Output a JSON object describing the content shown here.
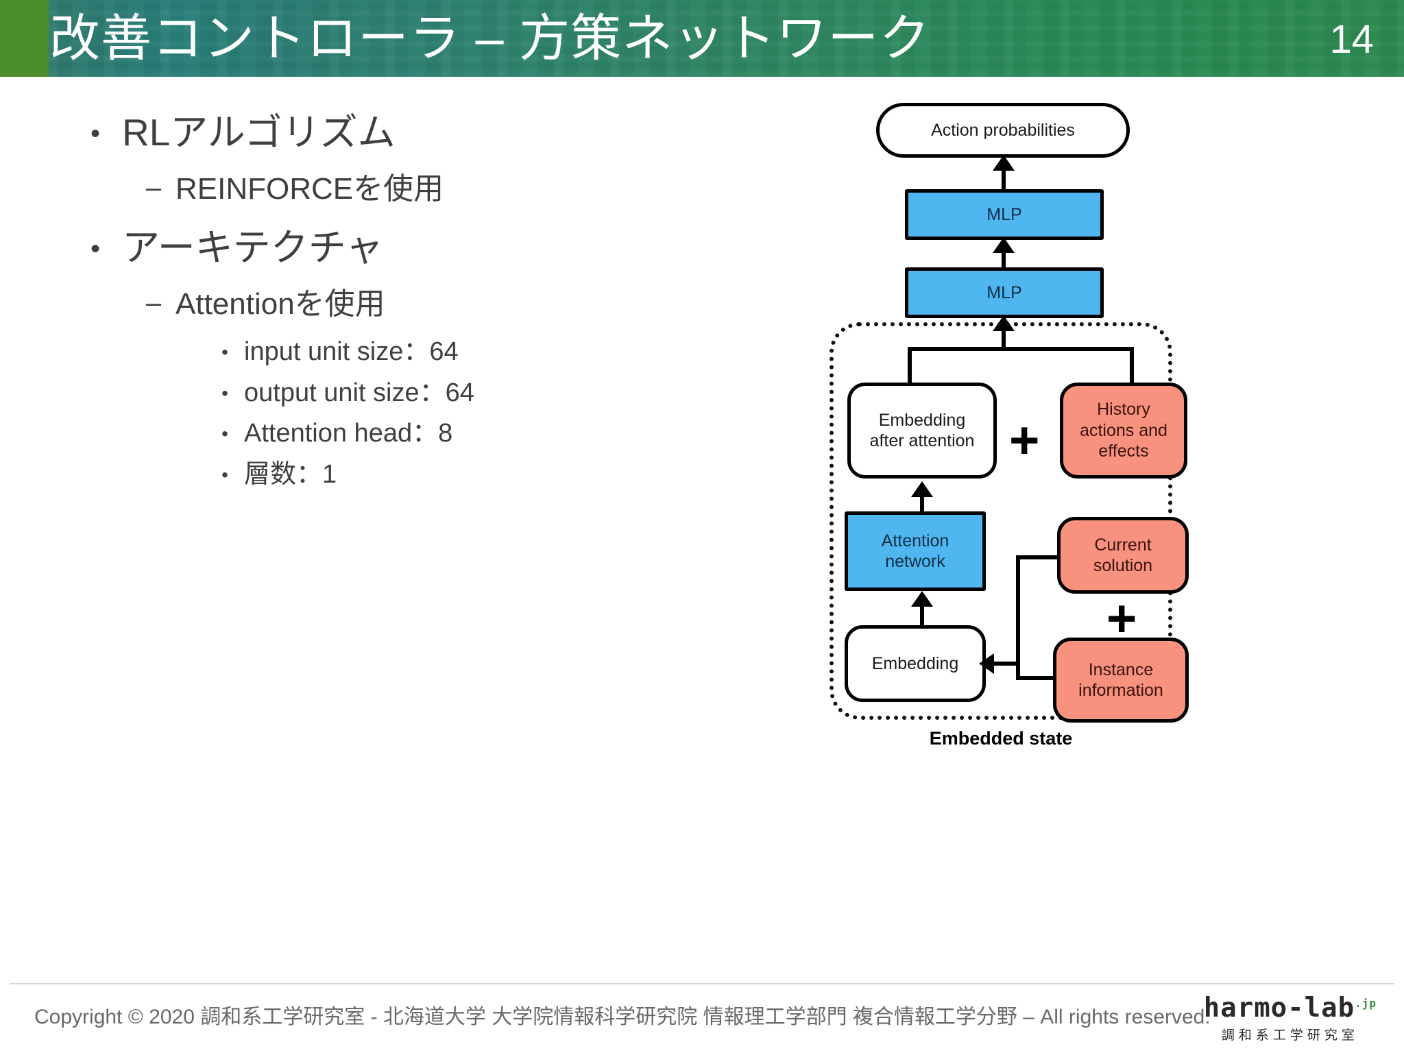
{
  "header": {
    "title": "改善コントローラ – 方策ネットワーク",
    "page_number": "14",
    "accent_green": "#4a8c2b",
    "accent_teal": "#2a7f7a"
  },
  "content": {
    "group1": {
      "bullet": "RLアルゴリズム",
      "sub": "REINFORCEを使用"
    },
    "group2": {
      "bullet": "アーキテクチャ",
      "sub": "Attentionを使用",
      "items": [
        "input unit size：64",
        "output unit size：64",
        "Attention head：8",
        "層数：1"
      ]
    },
    "marks": {
      "level1": "•",
      "level2": "–",
      "level3": "•"
    }
  },
  "diagram": {
    "nodes": {
      "action_probabilities": "Action probabilities",
      "mlp_top": "MLP",
      "mlp_bottom": "MLP",
      "embedding_after_attention": "Embedding\nafter attention",
      "embedding_after_attention_line1": "Embedding",
      "embedding_after_attention_line2": "after attention",
      "history_actions_line1": "History",
      "history_actions_line2": "actions and",
      "history_actions_line3": "effects",
      "attention_network_line1": "Attention",
      "attention_network_line2": "network",
      "embedding": "Embedding",
      "current_solution_line1": "Current",
      "current_solution_line2": "solution",
      "instance_information_line1": "Instance",
      "instance_information_line2": "information"
    },
    "caption": "Embedded state",
    "plus_symbol": "+",
    "colors": {
      "blue": "#50b6f0",
      "red": "#f8917e",
      "outline": "#000000"
    }
  },
  "footer": {
    "copyright": "Copyright © 2020 調和系工学研究室 - 北海道大学 大学院情報科学研究院 情報理工学部門 複合情報工学分野 – All rights reserved.",
    "logo_text": "harmo-lab",
    "logo_tld": ".jp",
    "logo_sub": "調和系工学研究室"
  }
}
